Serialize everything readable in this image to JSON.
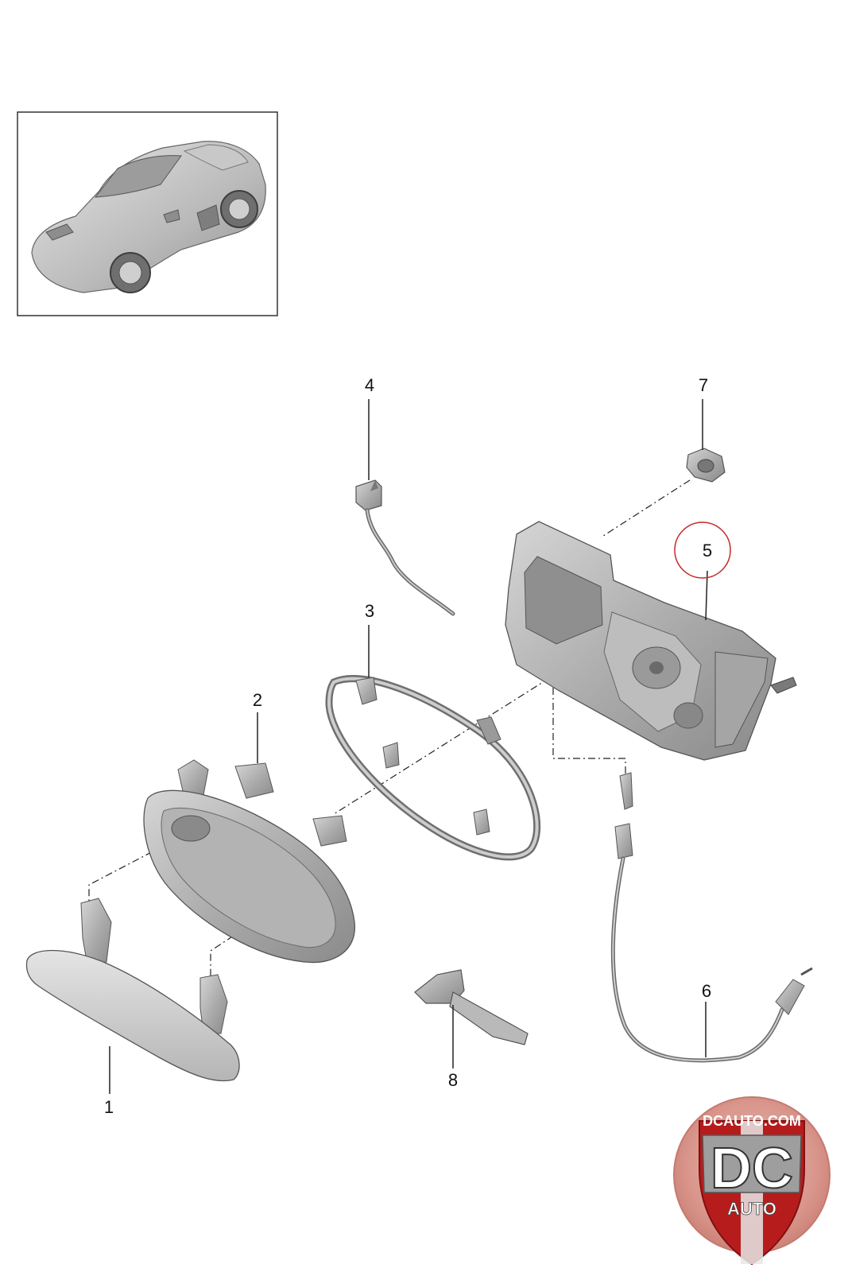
{
  "diagram": {
    "type": "exploded-parts-diagram",
    "thumbnail_icon": "car-thumbnail-icon",
    "parts": [
      {
        "number": "1",
        "icon": "outer-door-handle-icon"
      },
      {
        "number": "2",
        "icon": "handle-housing-icon"
      },
      {
        "number": "3",
        "icon": "handle-seal-gasket-icon"
      },
      {
        "number": "4",
        "icon": "wiring-connector-icon"
      },
      {
        "number": "5",
        "icon": "handle-carrier-bracket-icon",
        "highlighted": true
      },
      {
        "number": "6",
        "icon": "bowden-cable-icon"
      },
      {
        "number": "7",
        "icon": "grommet-nut-icon"
      },
      {
        "number": "8",
        "icon": "emergency-key-icon"
      }
    ],
    "highlight_color": "#c62828"
  },
  "logo": {
    "line1": "DCAUTO.COM",
    "line2": "DC",
    "line3": "AUTO",
    "colors": {
      "red": "#b71c1c",
      "silver": "#9e9e9e"
    }
  }
}
